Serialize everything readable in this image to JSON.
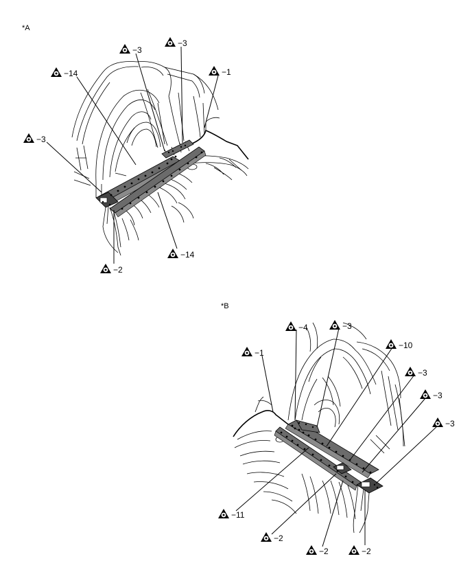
{
  "views": [
    {
      "label": "*A",
      "callouts": [
        {
          "symbol": "weld-symbol-icon",
          "text": "−3"
        },
        {
          "symbol": "weld-symbol-icon",
          "text": "−3"
        },
        {
          "symbol": "weld-symbol-icon",
          "text": "−14"
        },
        {
          "symbol": "weld-symbol-icon",
          "text": "−1"
        },
        {
          "symbol": "weld-symbol-icon",
          "text": "−3"
        },
        {
          "symbol": "weld-symbol-icon",
          "text": "−14"
        },
        {
          "symbol": "weld-symbol-icon",
          "text": "−2"
        }
      ]
    },
    {
      "label": "*B",
      "callouts": [
        {
          "symbol": "weld-symbol-icon",
          "text": "−4"
        },
        {
          "symbol": "weld-symbol-icon",
          "text": "−3"
        },
        {
          "symbol": "weld-symbol-icon",
          "text": "−10"
        },
        {
          "symbol": "weld-symbol-icon",
          "text": "−1"
        },
        {
          "symbol": "weld-symbol-icon",
          "text": "−3"
        },
        {
          "symbol": "weld-symbol-icon",
          "text": "−3"
        },
        {
          "symbol": "weld-symbol-icon",
          "text": "−3"
        },
        {
          "symbol": "weld-symbol-icon",
          "text": "−11"
        },
        {
          "symbol": "weld-symbol-icon",
          "text": "−2"
        },
        {
          "symbol": "weld-symbol-icon",
          "text": "−2"
        },
        {
          "symbol": "weld-symbol-icon",
          "text": "−2"
        }
      ]
    }
  ]
}
